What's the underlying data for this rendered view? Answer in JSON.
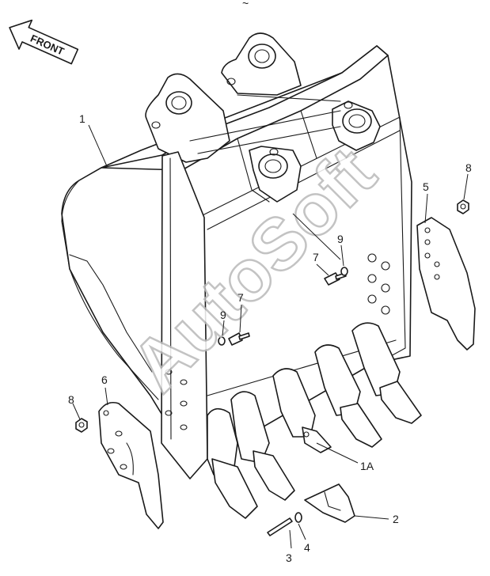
{
  "direction_arrow": {
    "label": "FRONT"
  },
  "watermark": {
    "text": "AutoSoft"
  },
  "callouts": {
    "c1": "1",
    "c1a": "1A",
    "c2": "2",
    "c3": "3",
    "c4": "4",
    "c5": "5",
    "c6": "6",
    "c7a": "7",
    "c7b": "7",
    "c8a": "8",
    "c8b": "8",
    "c9a": "9",
    "c9b": "9"
  },
  "colors": {
    "line": "#1a1a1a",
    "background": "#ffffff",
    "watermark_outline": "#b9b9b9"
  }
}
